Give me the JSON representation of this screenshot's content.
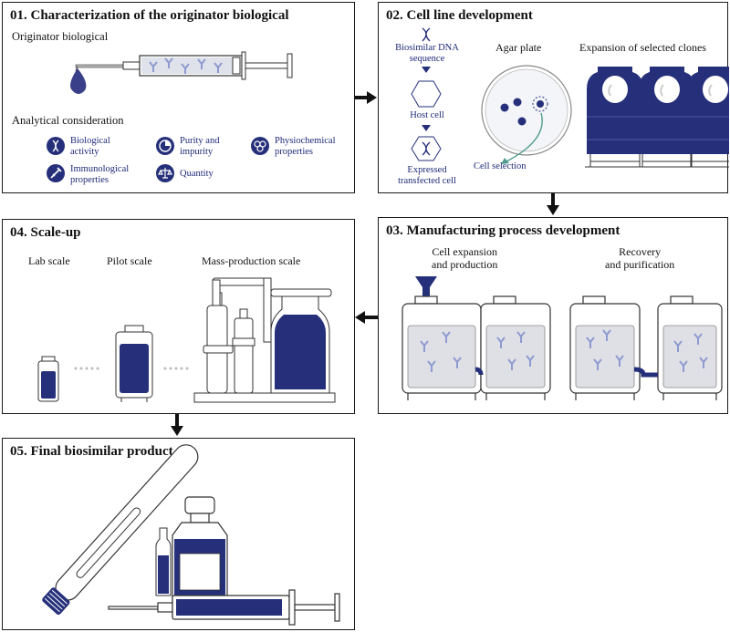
{
  "colors": {
    "navy": "#26307a",
    "fill_dark": "#1e2a78",
    "antibody": "#8e9ad0",
    "teal": "#4e9b8e"
  },
  "panel1": {
    "title": "01. Characterization of the originator biological",
    "subtitle": "Originator biological",
    "analytical_heading": "Analytical consideration",
    "items": [
      {
        "icon": "dna-icon",
        "line1": "Biological",
        "line2": "activity"
      },
      {
        "icon": "pie-chart-icon",
        "line1": "Purity and",
        "line2": "impurity"
      },
      {
        "icon": "molecule-icon",
        "line1": "Physiochemical",
        "line2": "properties"
      },
      {
        "icon": "syringe-icon",
        "line1": "Immunological",
        "line2": "properties"
      },
      {
        "icon": "balance-scale-icon",
        "line1": "Quantity",
        "line2": ""
      }
    ]
  },
  "panel2": {
    "title": "02. Cell line development",
    "dna_label_1": "Biosimilar DNA",
    "dna_label_2": "sequence",
    "host_cell": "Host cell",
    "expressed_1": "Expressed",
    "expressed_2": "transfected cell",
    "agar_plate": "Agar plate",
    "cell_selection": "Cell selection",
    "expansion": "Expansion of selected clones"
  },
  "panel3": {
    "title": "03. Manufacturing process development",
    "left_1": "Cell expansion",
    "left_2": "and production",
    "right_1": "Recovery",
    "right_2": "and purification"
  },
  "panel4": {
    "title": "04. Scale-up",
    "lab": "Lab scale",
    "pilot": "Pilot scale",
    "mass": "Mass-production scale"
  },
  "panel5": {
    "title": "05. Final biosimilar product"
  }
}
